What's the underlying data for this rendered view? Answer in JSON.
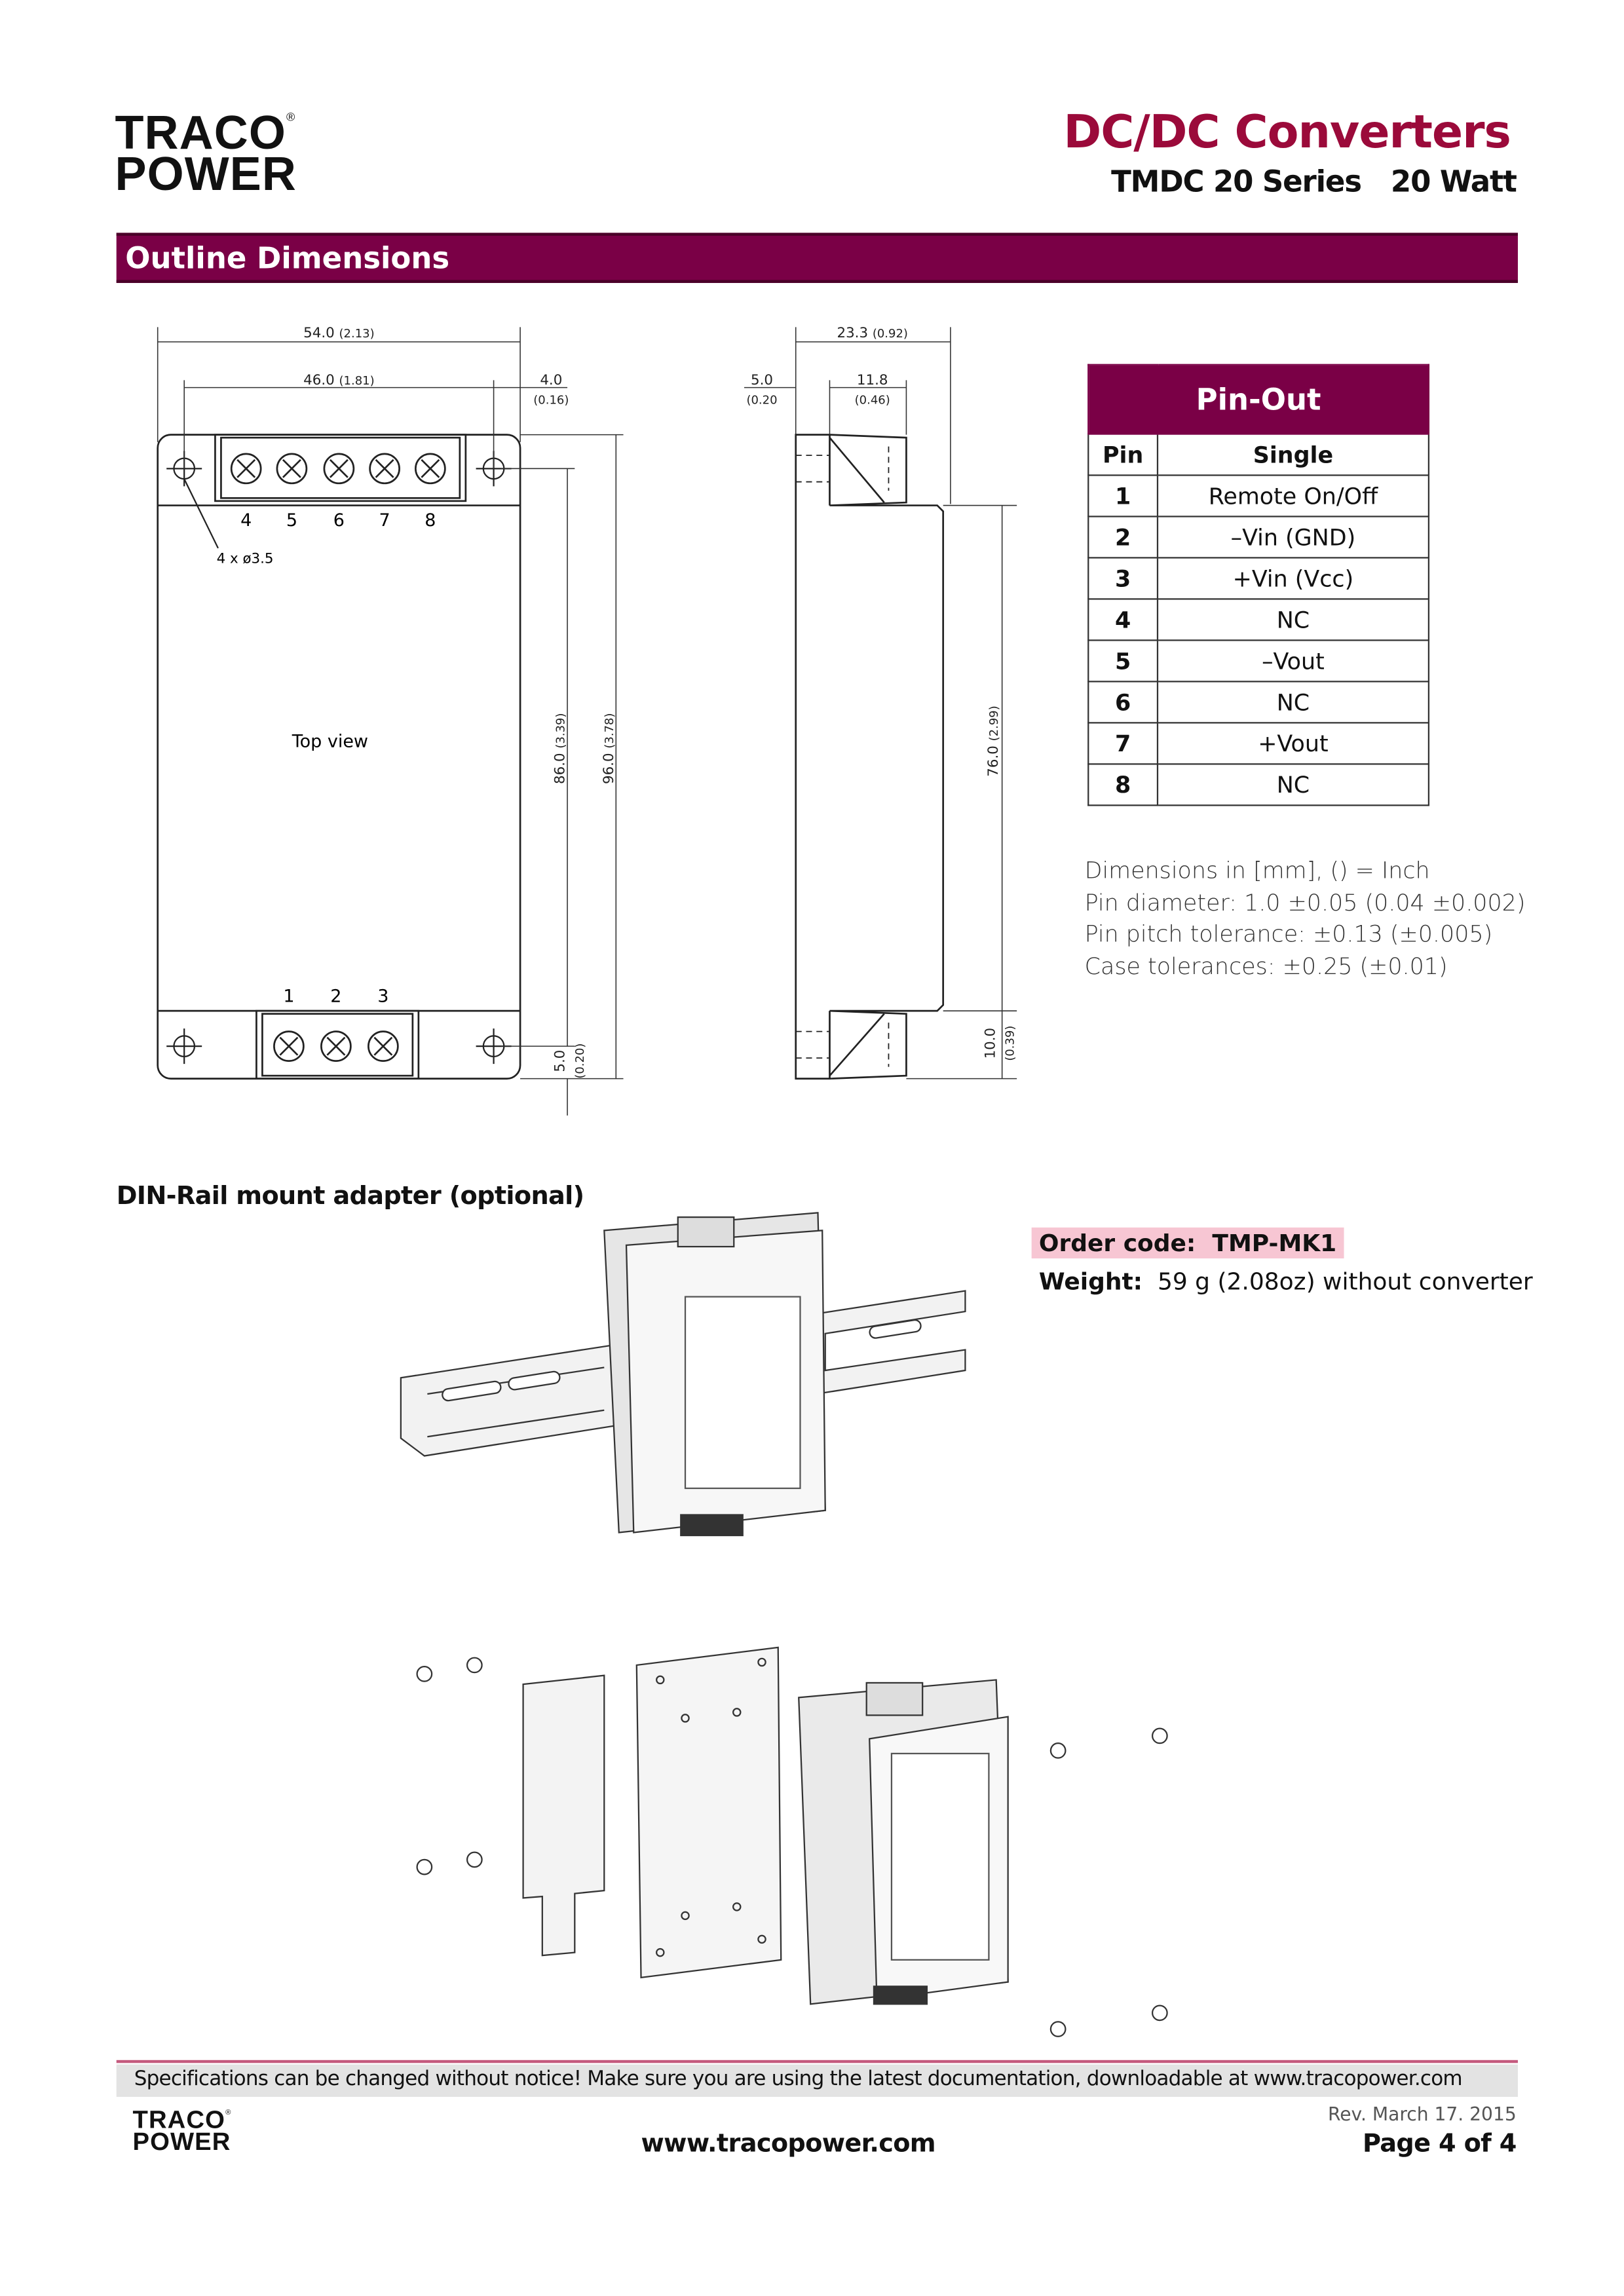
{
  "header": {
    "logo_line1": "TRACO",
    "logo_line2": "POWER",
    "logo_reg": "®",
    "title": "DC/DC Converters",
    "series": "TMDC 20 Series",
    "power": "20 Watt"
  },
  "section": {
    "title": "Outline Dimensions"
  },
  "drawing": {
    "top_view_label": "Top view",
    "hole_label": "4 x ø3.5",
    "top_pins": [
      "4",
      "5",
      "6",
      "7",
      "8"
    ],
    "bottom_pins": [
      "1",
      "2",
      "3"
    ],
    "dims": {
      "width_total": "54.0",
      "width_total_in": "(2.13)",
      "hole_spacing": "46.0",
      "hole_spacing_in": "(1.81)",
      "edge_offset": "4.0",
      "edge_offset_in": "(0.16)",
      "height_holes": "86.0",
      "height_holes_in": "(3.39)",
      "height_total": "96.0",
      "height_total_in": "(3.78)",
      "bottom_offset": "5.0",
      "bottom_offset_in": "(0.20)",
      "depth_total": "23.3",
      "depth_total_in": "(0.92)",
      "side_flange": "5.0",
      "side_flange_in": "(0.20",
      "connector_depth": "11.8",
      "connector_depth_in": "(0.46)",
      "body_height": "76.0",
      "body_height_in": "(2.99)",
      "connector_height": "10.0",
      "connector_height_in": "(0.39)"
    }
  },
  "pinout": {
    "title": "Pin-Out",
    "col_pin": "Pin",
    "col_single": "Single",
    "rows": [
      {
        "pin": "1",
        "single": "Remote On/Off"
      },
      {
        "pin": "2",
        "single": "–Vin (GND)"
      },
      {
        "pin": "3",
        "single": "+Vin (Vcc)"
      },
      {
        "pin": "4",
        "single": "NC"
      },
      {
        "pin": "5",
        "single": "–Vout"
      },
      {
        "pin": "6",
        "single": "NC"
      },
      {
        "pin": "7",
        "single": "+Vout"
      },
      {
        "pin": "8",
        "single": "NC"
      }
    ]
  },
  "notes": [
    "Dimensions in [mm], () = Inch",
    "Pin diameter: 1.0 ±0.05 (0.04 ±0.002)",
    "Pin pitch tolerance: ±0.13 (±0.005)",
    "Case tolerances: ±0.25 (±0.01)"
  ],
  "din_rail": {
    "heading": "DIN-Rail mount adapter (optional)",
    "order_code_label": "Order code:",
    "order_code": "TMP-MK1",
    "weight_label": "Weight:",
    "weight": "59 g (2.08oz) without converter"
  },
  "footer": {
    "disclaimer": "Specifications can be changed without notice! Make sure you are using the latest documentation, downloadable at www.tracopower.com",
    "url": "www.tracopower.com",
    "revision": "Rev. March 17. 2015",
    "page": "Page 4 of 4"
  },
  "colors": {
    "brand": "#7a0046",
    "title": "#9b0a3a",
    "highlight": "#f7c6d3"
  }
}
